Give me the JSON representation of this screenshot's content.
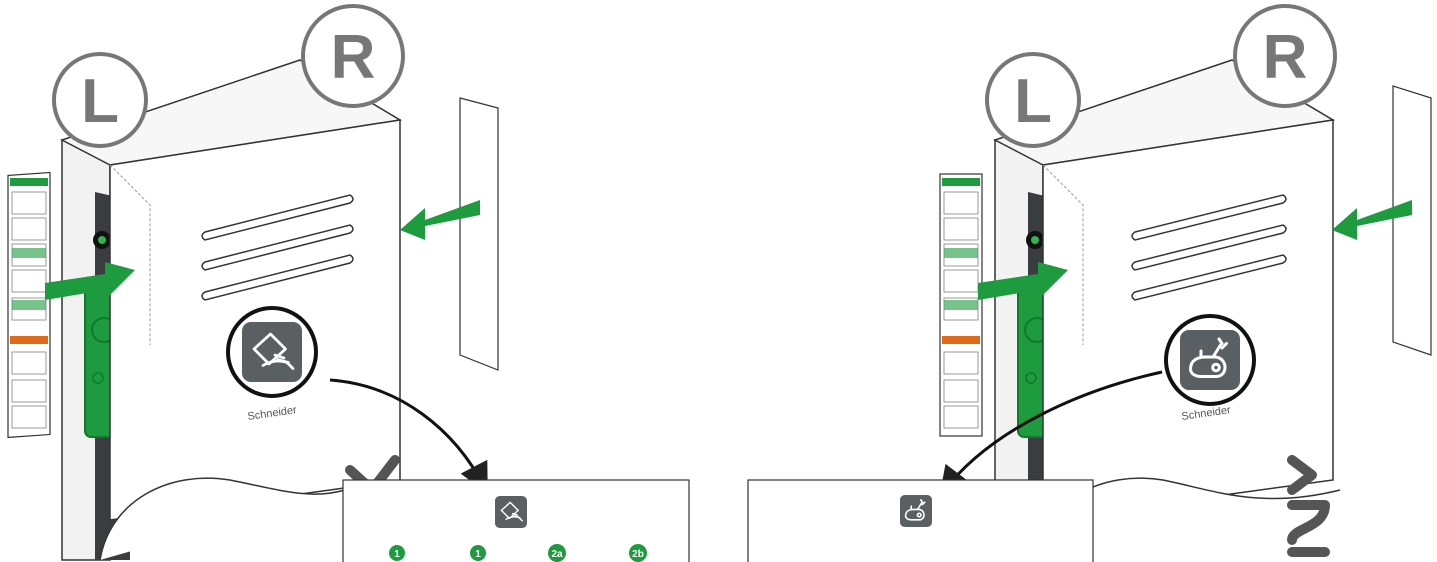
{
  "colors": {
    "accent_green": "#1e9a3f",
    "dark_green": "#0f7a2c",
    "panel_dark": "#3a3d40",
    "icon_tile": "#5a5f63",
    "outline": "#333333",
    "circle_grey": "#777777",
    "label_orange": "#e06a1b"
  },
  "left_figure": {
    "corner_labels": {
      "left": "L",
      "right": "R"
    },
    "highlighted_icon": "rfid-card-hand-icon",
    "step_badges": [
      "1",
      "1",
      "2a",
      "2b"
    ]
  },
  "right_figure": {
    "corner_labels": {
      "left": "L",
      "right": "R"
    },
    "highlighted_icon": "plug-cable-icon"
  }
}
